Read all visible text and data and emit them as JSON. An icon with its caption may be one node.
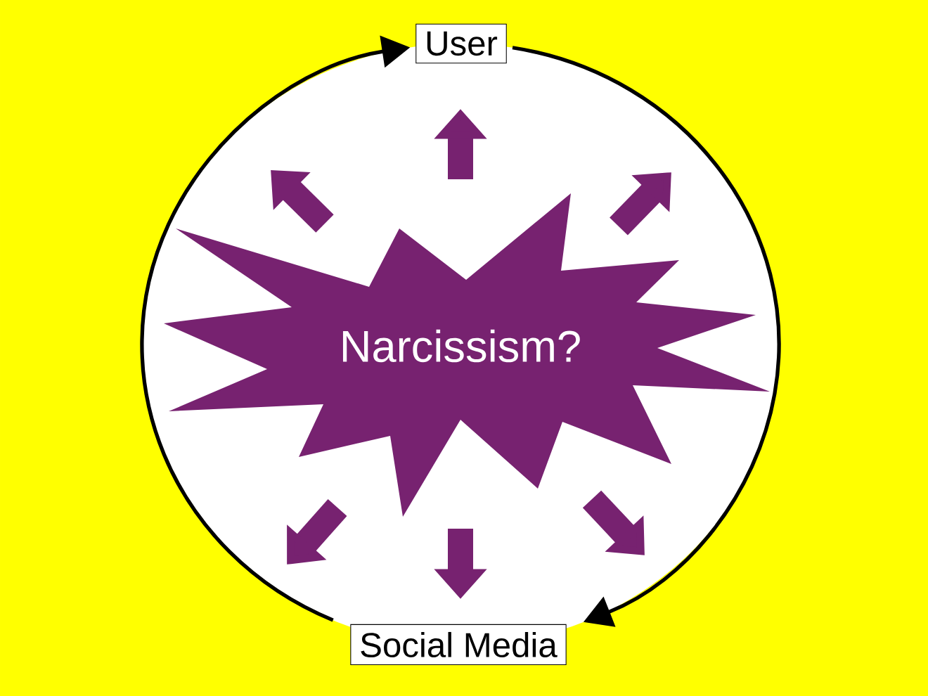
{
  "diagram": {
    "nodes": [
      {
        "text": [
          "User"
        ]
      },
      {
        "text": [
          "Social Media"
        ]
      },
      {
        "text": [
          "Narcissism?"
        ]
      }
    ],
    "edges": [
      {
        "from": 1,
        "to": 0,
        "arrow": "to"
      },
      {
        "from": 0,
        "to": 1,
        "arrow": "to"
      }
    ]
  }
}
